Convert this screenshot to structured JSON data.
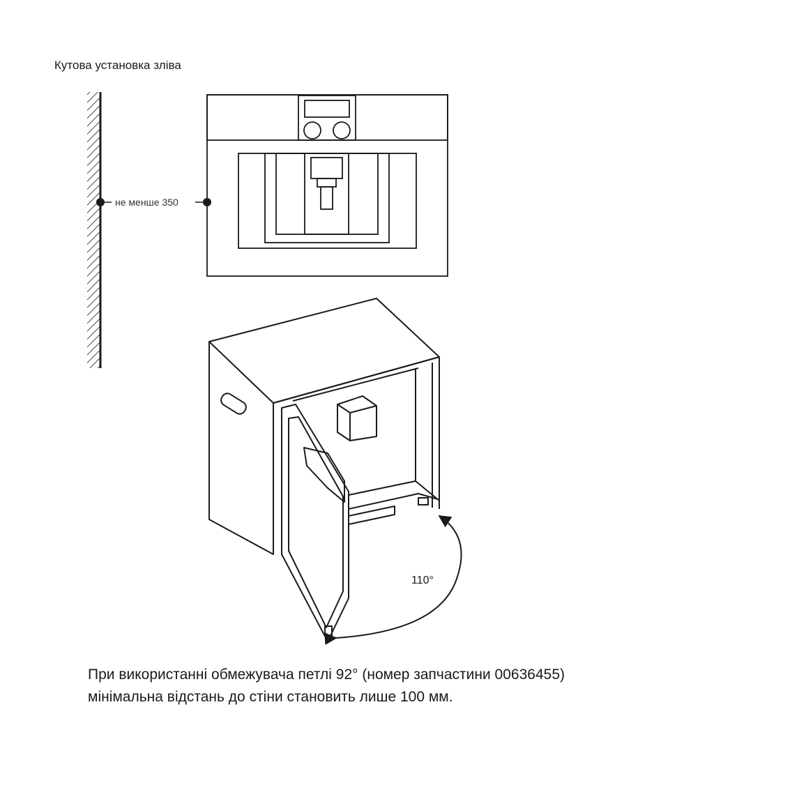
{
  "title": "Кутова установка зліва",
  "dimension_label": "не менше 350",
  "angle_label": "110°",
  "note": {
    "line1": "При використанні обмежувача петлі 92° (номер запчастини 00636455)",
    "line2": "мінімальна відстань до стіни становить лише 100 мм."
  }
}
